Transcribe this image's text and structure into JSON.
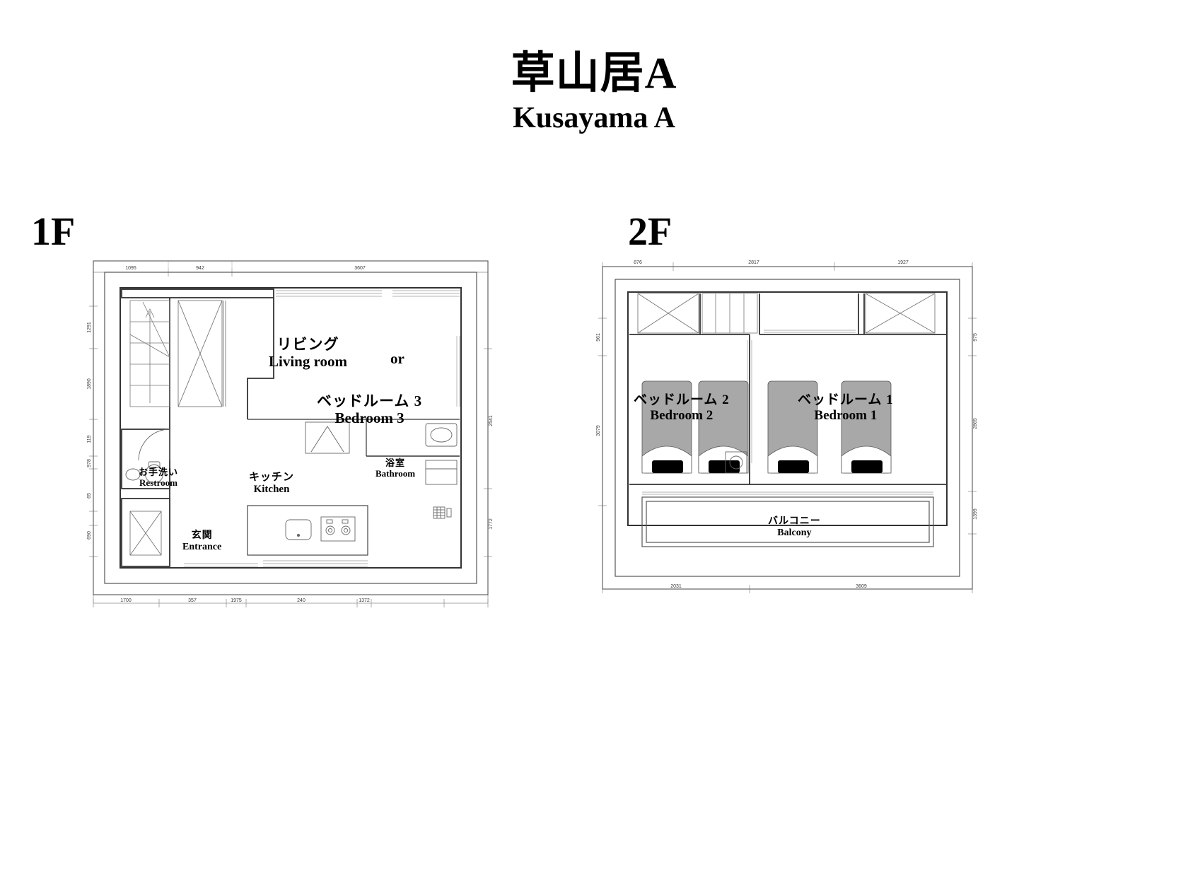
{
  "document": {
    "title_jp": "草山居A",
    "title_en": "Kusayama A",
    "type": "floor-plan"
  },
  "floors": [
    {
      "id": "1f",
      "badge": "1F",
      "rooms": [
        {
          "key": "living",
          "jp": "リビング",
          "en": "Living room"
        },
        {
          "key": "or",
          "jp": "",
          "en": "or"
        },
        {
          "key": "bedroom3",
          "jp": "ベッドルーム 3",
          "en": "Bedroom 3"
        },
        {
          "key": "restroom",
          "jp": "お手洗い",
          "en": "Restroom"
        },
        {
          "key": "kitchen",
          "jp": "キッチン",
          "en": "Kitchen"
        },
        {
          "key": "bathroom",
          "jp": "浴室",
          "en": "Bathroom"
        },
        {
          "key": "entrance",
          "jp": "玄関",
          "en": "Entrance"
        }
      ],
      "dimensions": {
        "top": [
          "1095",
          "942",
          "3607"
        ],
        "bottom": [
          "1700",
          "357",
          "1975",
          "240",
          "1372"
        ],
        "left": [
          "1291",
          "1890",
          "119",
          "978",
          "65",
          "690"
        ],
        "right": [
          "2541",
          "1772"
        ]
      }
    },
    {
      "id": "2f",
      "badge": "2F",
      "rooms": [
        {
          "key": "bedroom2",
          "jp": "ベッドルーム 2",
          "en": "Bedroom 2"
        },
        {
          "key": "bedroom1",
          "jp": "ベッドルーム 1",
          "en": "Bedroom 1"
        },
        {
          "key": "balcony",
          "jp": "バルコニー",
          "en": "Balcony"
        }
      ],
      "dimensions": {
        "top": [
          "876",
          "2817",
          "1927"
        ],
        "bottom": [
          "2031",
          "3609"
        ],
        "left": [
          "961",
          "3079"
        ],
        "right": [
          "975",
          "2865",
          "1399"
        ]
      }
    }
  ],
  "colors": {
    "background": "#ffffff",
    "ink": "#000000",
    "wall": "#333333",
    "thin_line": "#8a8a8a",
    "dimension": "#3a3a3a",
    "bed_fill": "#a8a8a8",
    "pillow_fill": "#000000"
  }
}
